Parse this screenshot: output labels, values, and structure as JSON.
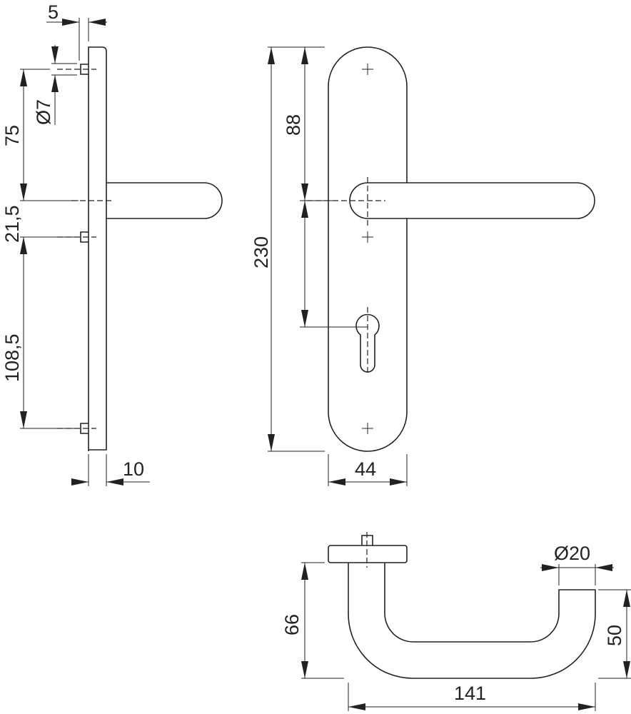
{
  "side_view": {
    "dim_pin_offset": "5",
    "dim_pin_diameter": "Ø7",
    "dim_top_screw": "75",
    "dim_lower_screw": "21,5",
    "dim_bottom_screw": "108,5",
    "dim_thickness": "10"
  },
  "front_view": {
    "dim_height": "230",
    "dim_handle_offset": "88",
    "dim_width": "44"
  },
  "handle_view": {
    "dim_diameter": "Ø20",
    "dim_projection": "66",
    "dim_end_height": "50",
    "dim_length": "141"
  }
}
